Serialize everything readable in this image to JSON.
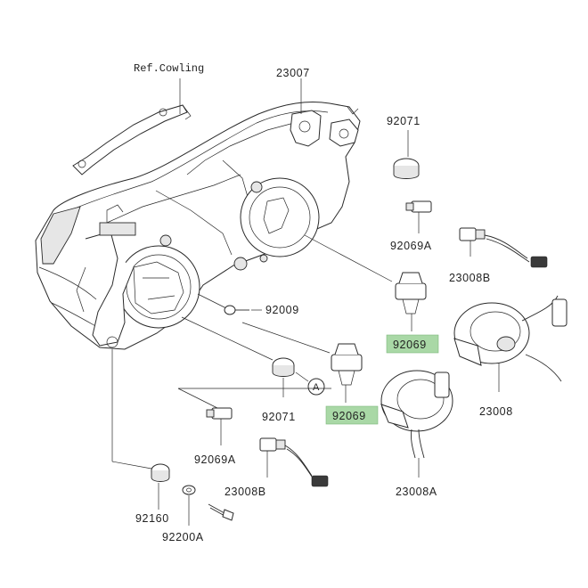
{
  "labels": {
    "ref_cowling": "Ref.Cowling",
    "p23007": "23007",
    "p92071_top": "92071",
    "p92069a_top": "92069A",
    "p23008b_right": "23008B",
    "p92009": "92009",
    "p92069_upper": "92069",
    "p92071_mid": "92071",
    "circle_a": "A",
    "p92069_lower": "92069",
    "p23008": "23008",
    "p92069a_lower": "92069A",
    "p23008b_lower": "23008B",
    "p23008a": "23008A",
    "p92160": "92160",
    "p92200a": "92200A"
  },
  "colors": {
    "highlight": "#a9d8a6",
    "line": "#2a2a2a"
  }
}
